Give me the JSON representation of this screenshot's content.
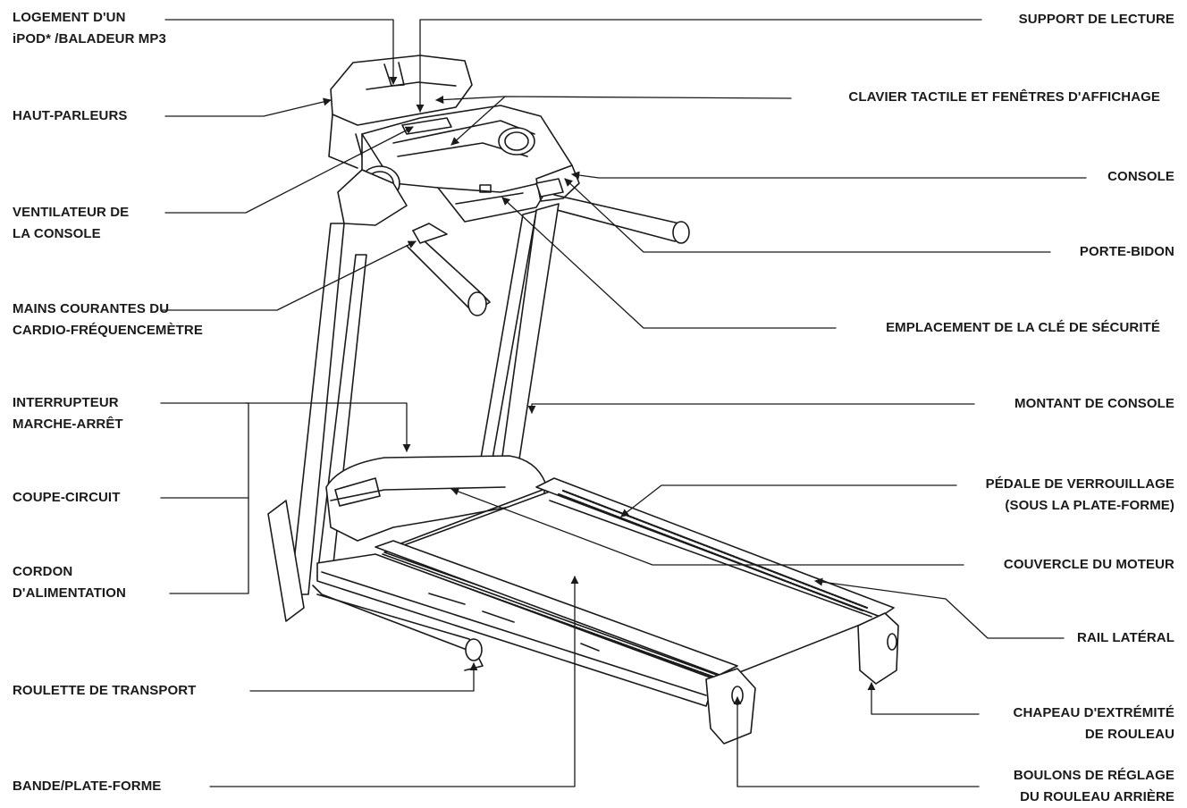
{
  "callouts": {
    "ipod": [
      "LOGEMENT D'UN",
      "iPOD* /BALADEUR MP3"
    ],
    "speakers": [
      "HAUT-PARLEURS"
    ],
    "fan": [
      "VENTILATEUR DE",
      "LA CONSOLE"
    ],
    "handgrips": [
      "MAINS COURANTES DU",
      "CARDIO-FRÉQUENCEMÈTRE"
    ],
    "power_switch": [
      "INTERRUPTEUR",
      "MARCHE-ARRÊT"
    ],
    "breaker": [
      "COUPE-CIRCUIT"
    ],
    "power_cord": [
      "CORDON",
      "D'ALIMENTATION"
    ],
    "wheel": [
      "ROULETTE DE TRANSPORT"
    ],
    "belt": [
      "BANDE/PLATE-FORME"
    ],
    "reading_rack": [
      "SUPPORT DE LECTURE"
    ],
    "keypad": [
      "CLAVIER TACTILE ET FENÊTRES D'AFFICHAGE"
    ],
    "console": [
      "CONSOLE"
    ],
    "bottle": [
      "PORTE-BIDON"
    ],
    "safety_key": [
      "EMPLACEMENT DE LA CLÉ DE SÉCURITÉ"
    ],
    "upright": [
      "MONTANT DE CONSOLE"
    ],
    "pedal": [
      "PÉDALE DE VERROUILLAGE",
      "(SOUS LA PLATE-FORME)"
    ],
    "motor_cover": [
      "COUVERCLE DU MOTEUR"
    ],
    "side_rail": [
      "RAIL LATÉRAL"
    ],
    "end_cap": [
      "CHAPEAU D'EXTRÉMITÉ",
      "DE ROULEAU"
    ],
    "bolts": [
      "BOULONS DE RÉGLAGE",
      "DU ROULEAU ARRIÈRE"
    ]
  },
  "colors": {
    "ink": "#1a1a1a",
    "background": "#ffffff"
  }
}
